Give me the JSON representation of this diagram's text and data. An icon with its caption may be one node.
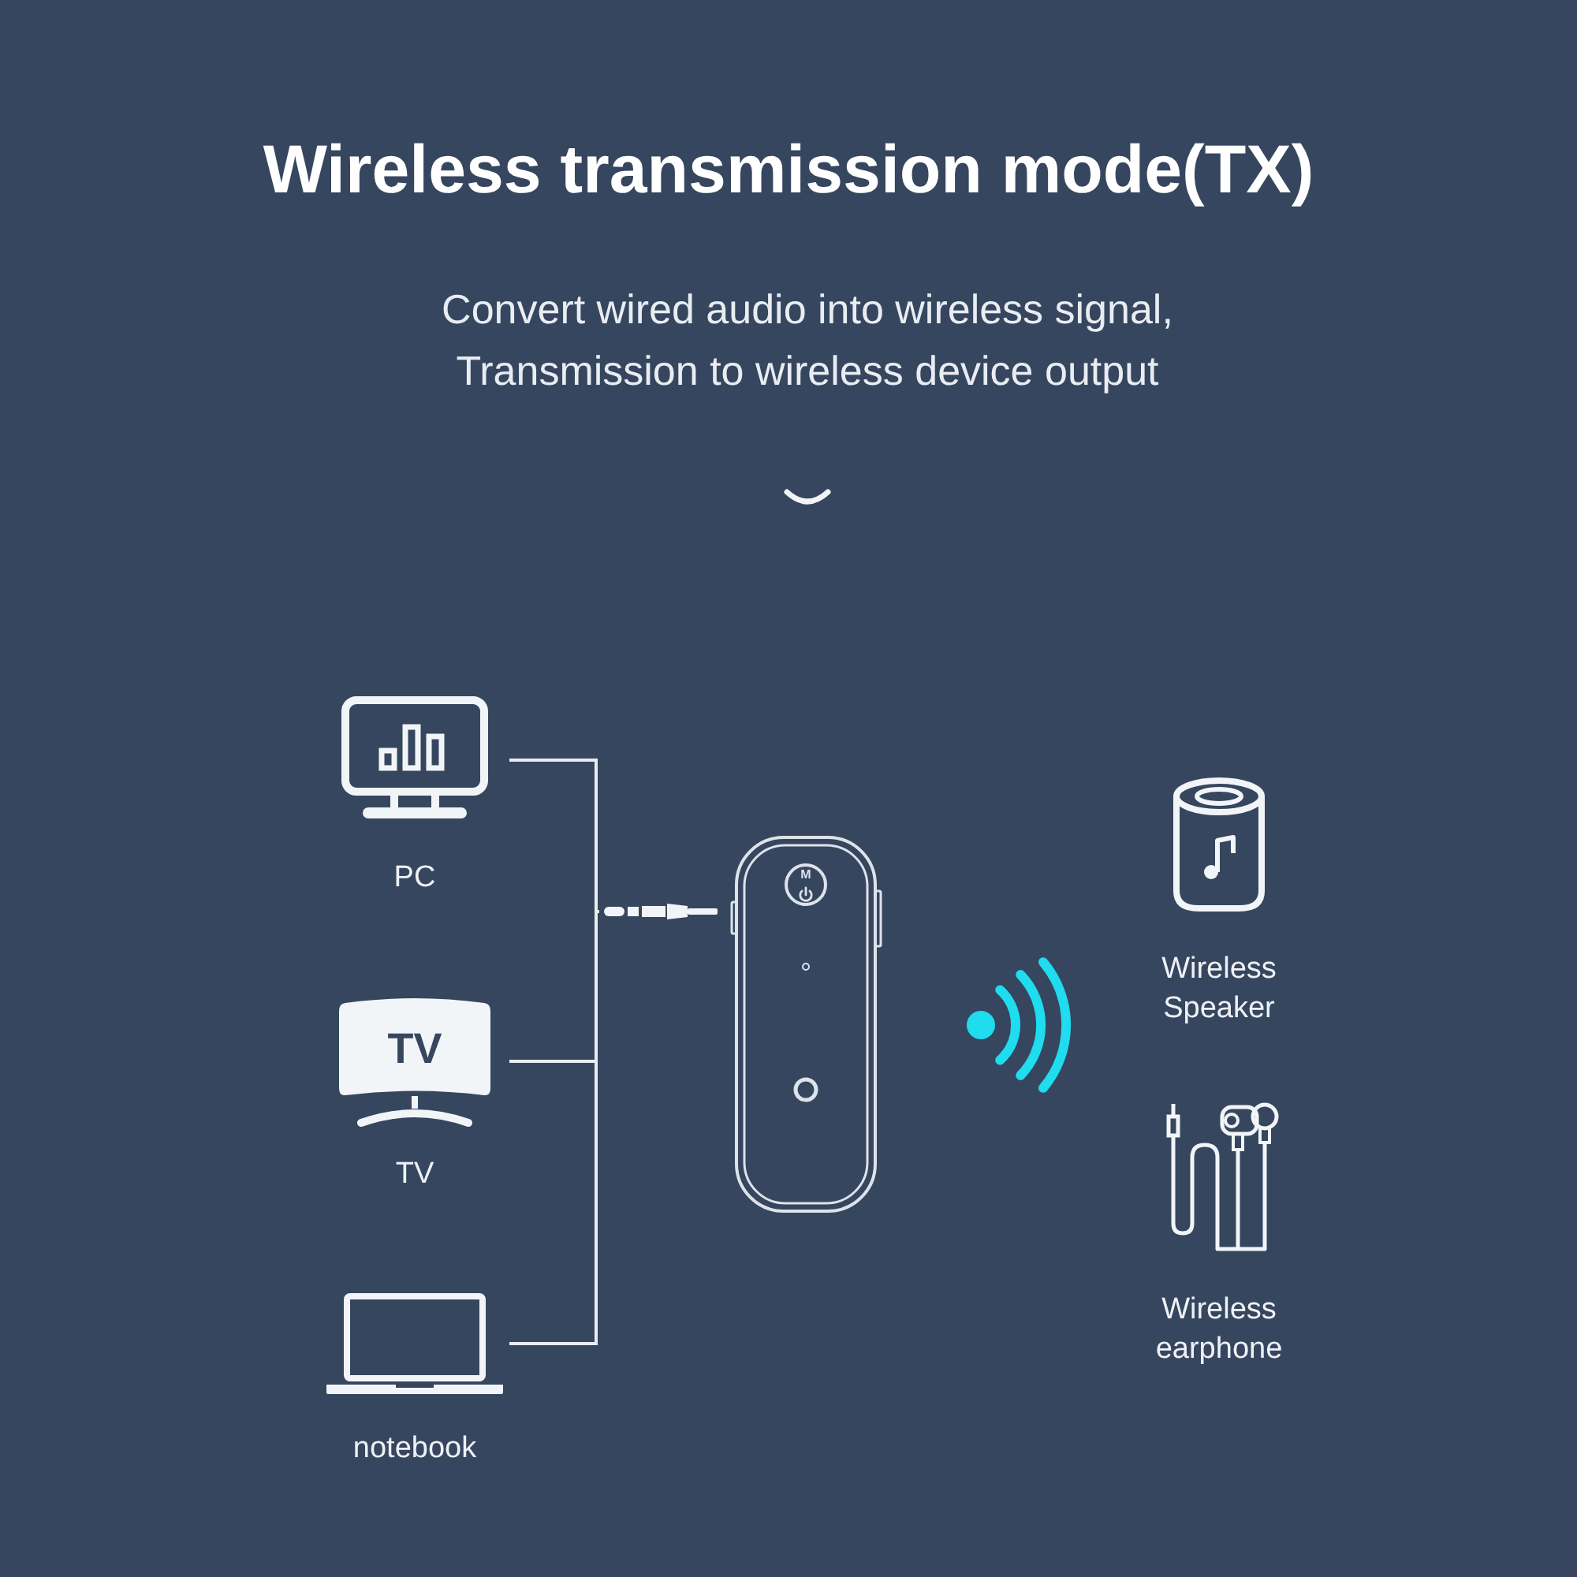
{
  "diagram": {
    "title": "Wireless transmission mode(TX)",
    "nodes": [
      {
        "text": [
          "PC"
        ]
      },
      {
        "text": [
          "TV"
        ]
      },
      {
        "text": [
          "notebook"
        ]
      },
      {
        "text": [],
        "shape": "picture"
      },
      {
        "text": [
          "Wireless Speaker"
        ]
      },
      {
        "text": [
          "Wireless earphone"
        ]
      }
    ],
    "edges": [
      {
        "from": 0,
        "to": 3,
        "arrow": "none"
      },
      {
        "from": 1,
        "to": 3,
        "arrow": "none"
      },
      {
        "from": 2,
        "to": 3,
        "arrow": "none"
      }
    ],
    "labels": [
      "Convert wired audio into wireless signal, Transmission to wireless device output",
      "M",
      "TV"
    ]
  }
}
